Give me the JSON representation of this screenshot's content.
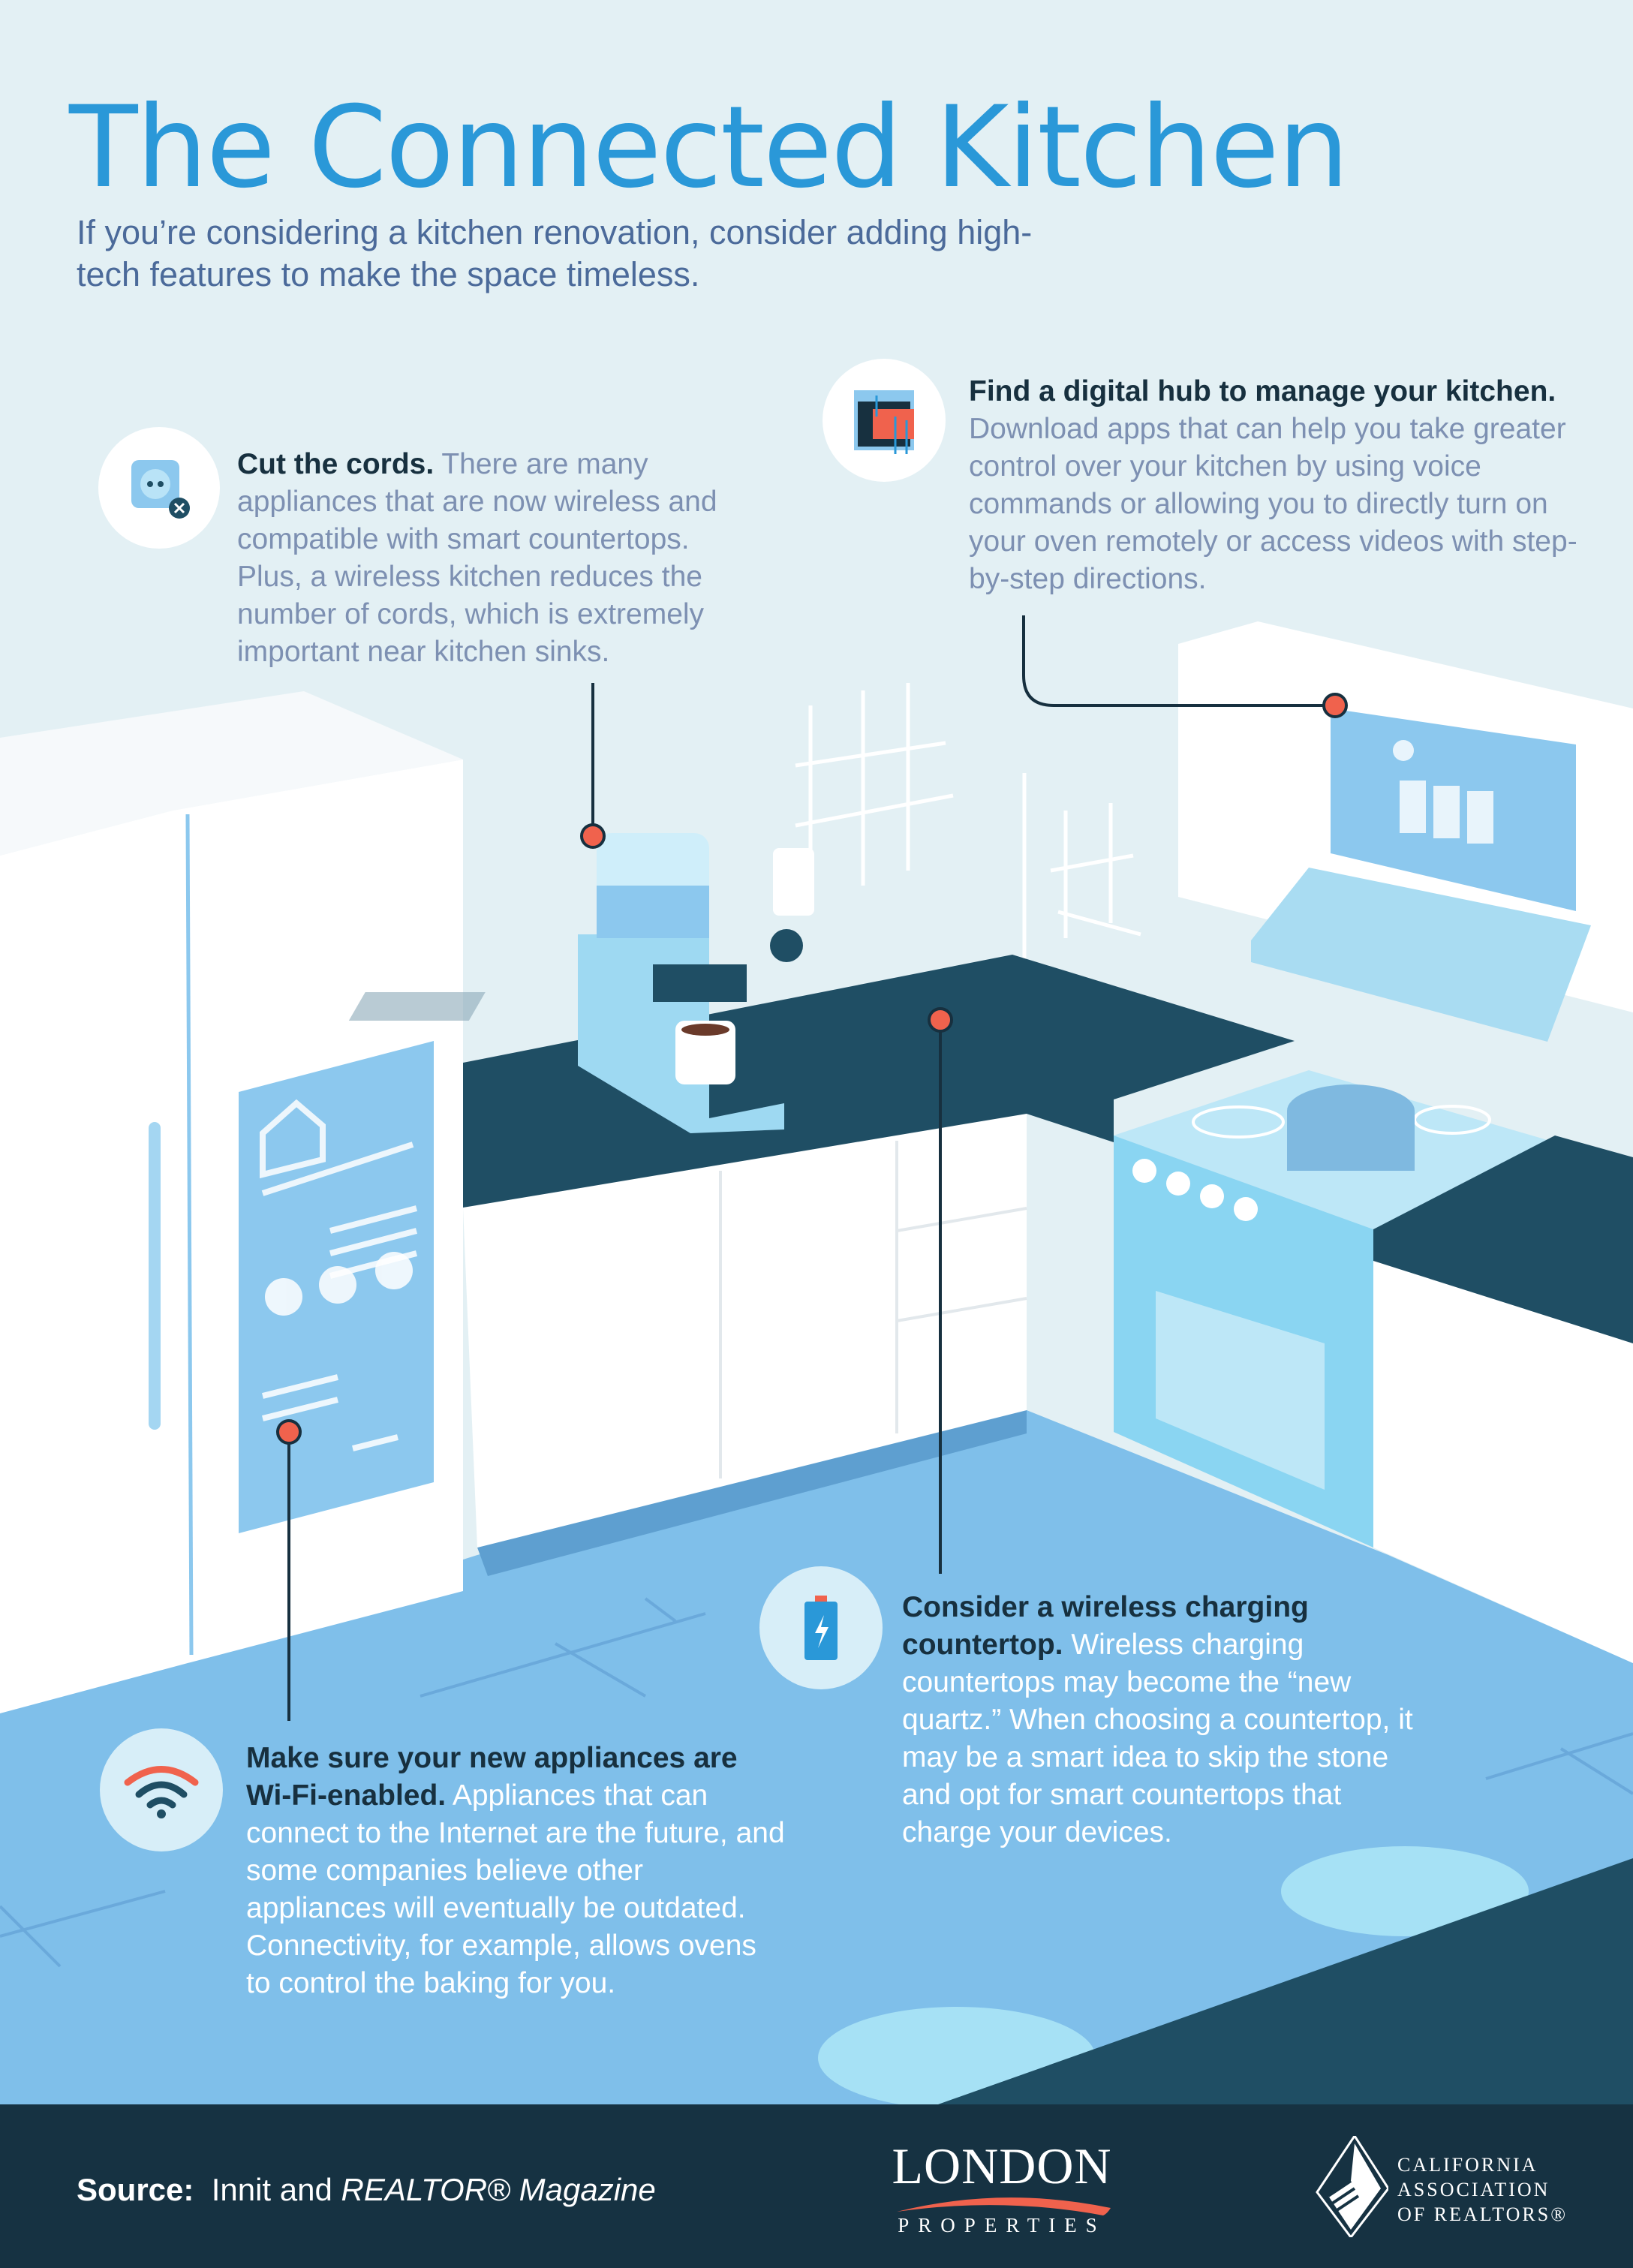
{
  "header": {
    "title": "The Connected Kitchen",
    "subtitle": "If you’re considering a kitchen renovation, consider adding high-tech features to make the space timeless."
  },
  "callouts": {
    "cords": {
      "icon": "outlet-icon",
      "heading": "Cut the cords.",
      "body": "There are many appliances that are now wireless and compatible with smart countertops. Plus, a wireless kitchen reduces the number of cords, which is extremely important near kitchen sinks."
    },
    "hub": {
      "icon": "digital-hub-icon",
      "heading": "Find a digital hub to manage your kitchen.",
      "body": "Download apps that can help you take greater control over your kitchen by using voice commands or allowing you to directly turn on your oven remotely or access videos with step-by-step directions."
    },
    "charging": {
      "icon": "battery-charging-icon",
      "heading": "Consider a wireless charging countertop.",
      "body": "Wireless charging countertops may become the “new quartz.” When choosing a countertop, it may be a smart idea to skip the stone and opt for smart countertops that charge your devices."
    },
    "wifi": {
      "icon": "wifi-icon",
      "heading": "Make sure your new appliances are Wi-Fi-enabled.",
      "body": "Appliances that can connect to the Internet are the future, and some companies believe other appliances will eventually be outdated. Connectivity, for example, allows ovens to control the baking for you."
    }
  },
  "footer": {
    "source_label": "Source:",
    "source_text": "Innit and",
    "source_magazine": "REALTOR® Magazine",
    "logo1_line1": "LONDON",
    "logo1_line2": "PROPERTIES",
    "logo2_line1": "CALIFORNIA",
    "logo2_line2": "ASSOCIATION",
    "logo2_line3": "OF REALTORS®"
  },
  "colors": {
    "accent": "#2a98d8",
    "pin": "#f0624d",
    "dark": "#163242",
    "floor": "#7fbfea"
  }
}
